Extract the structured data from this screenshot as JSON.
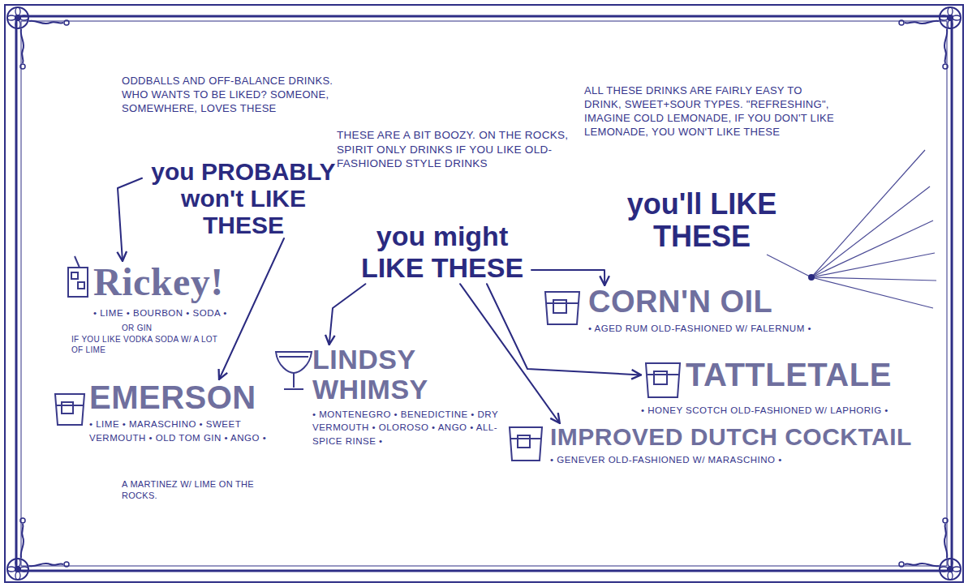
{
  "diagram": {
    "nodes": [
      {
        "text": [
          "you PROBABLY won't LIKE THESE"
        ]
      },
      {
        "text": [
          "you might LIKE THESE"
        ]
      },
      {
        "text": [
          "you'll LIKE THESE"
        ]
      },
      {
        "text": [
          "Rickey!",
          "• LIME • BOURBON • SODA •"
        ]
      },
      {
        "text": [
          "EMERSON",
          "• LIME • MARASCHINO • SWEET VERMOUTH • OLD TOM GIN • ANGO •"
        ]
      },
      {
        "text": [
          "LINDSY WHIMSY",
          "• MONTENEGRO • BENEDICTINE • DRY VERMOUTH • OLOROSO • ANGO • ALL-SPICE RINSE •"
        ]
      },
      {
        "text": [
          "CORN'N OIL",
          "• AGED RUM OLD-FASHIONED W/ FALERNUM •"
        ]
      },
      {
        "text": [
          "TATTLETALE",
          "• HONEY SCOTCH OLD-FASHIONED W/ LAPHORIG •"
        ]
      },
      {
        "text": [
          "IMPROVED DUTCH COCKTAIL",
          "• GENEVER OLD-FASHIONED W/ MARASCHINO •"
        ]
      }
    ],
    "edges": [
      {
        "from": 0,
        "to": 3,
        "arrow": "to"
      },
      {
        "from": 0,
        "to": 4,
        "arrow": "to"
      },
      {
        "from": 1,
        "to": 5,
        "arrow": "to"
      },
      {
        "from": 1,
        "to": 6,
        "arrow": "to"
      },
      {
        "from": 1,
        "to": 7,
        "arrow": "to"
      },
      {
        "from": 1,
        "to": 8,
        "arrow": "to"
      }
    ],
    "labels": [
      "ODDBALLS AND OFF-BALANCE DRINKS. WHO WANTS TO BE LIKED? SOMEONE, SOMEWHERE, LOVES THESE",
      "THESE ARE A BIT BOOZY. ON THE ROCKS, SPIRIT ONLY DRINKS IF YOU LIKE OLD-FASHIONED STYLE DRINKS",
      "ALL THESE DRINKS ARE FAIRLY EASY TO DRINK, SWEET+SOUR TYPES. \"REFRESHING\", IMAGINE COLD LEMONADE, IF YOU DON'T LIKE LEMONADE, YOU WON'T LIKE THESE",
      "OR GIN",
      "IF YOU LIKE VODKA SODA W/ A LOT OF LIME",
      "A MARTINEZ W/ LIME ON THE ROCKS."
    ]
  }
}
